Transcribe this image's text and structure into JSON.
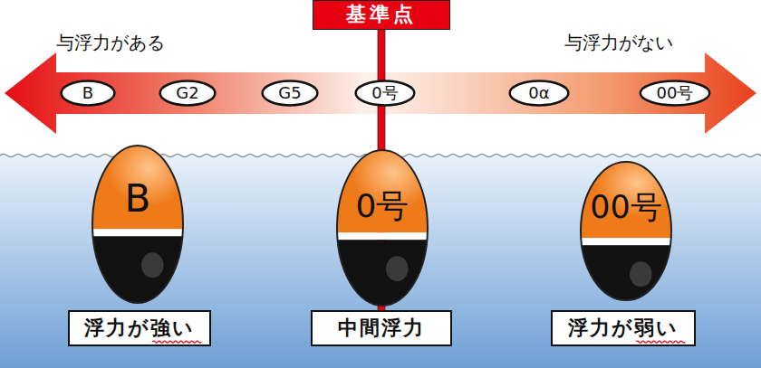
{
  "diagram": {
    "nodes": [
      {
        "text": [
          "基準点"
        ]
      },
      {
        "text": [
          "B"
        ]
      },
      {
        "text": [
          "G2"
        ]
      },
      {
        "text": [
          "G5"
        ]
      },
      {
        "text": [
          "0号"
        ]
      },
      {
        "text": [
          "0α"
        ]
      },
      {
        "text": [
          "00号"
        ]
      },
      {
        "text": [
          "B"
        ]
      },
      {
        "text": [
          "0号"
        ]
      },
      {
        "text": [
          "00号"
        ]
      },
      {
        "text": [
          "浮力が強い"
        ]
      },
      {
        "text": [
          "中間浮力"
        ]
      },
      {
        "text": [
          "浮力が弱い"
        ]
      }
    ],
    "labels": [
      "与浮力がある",
      "与浮力がない"
    ]
  }
}
